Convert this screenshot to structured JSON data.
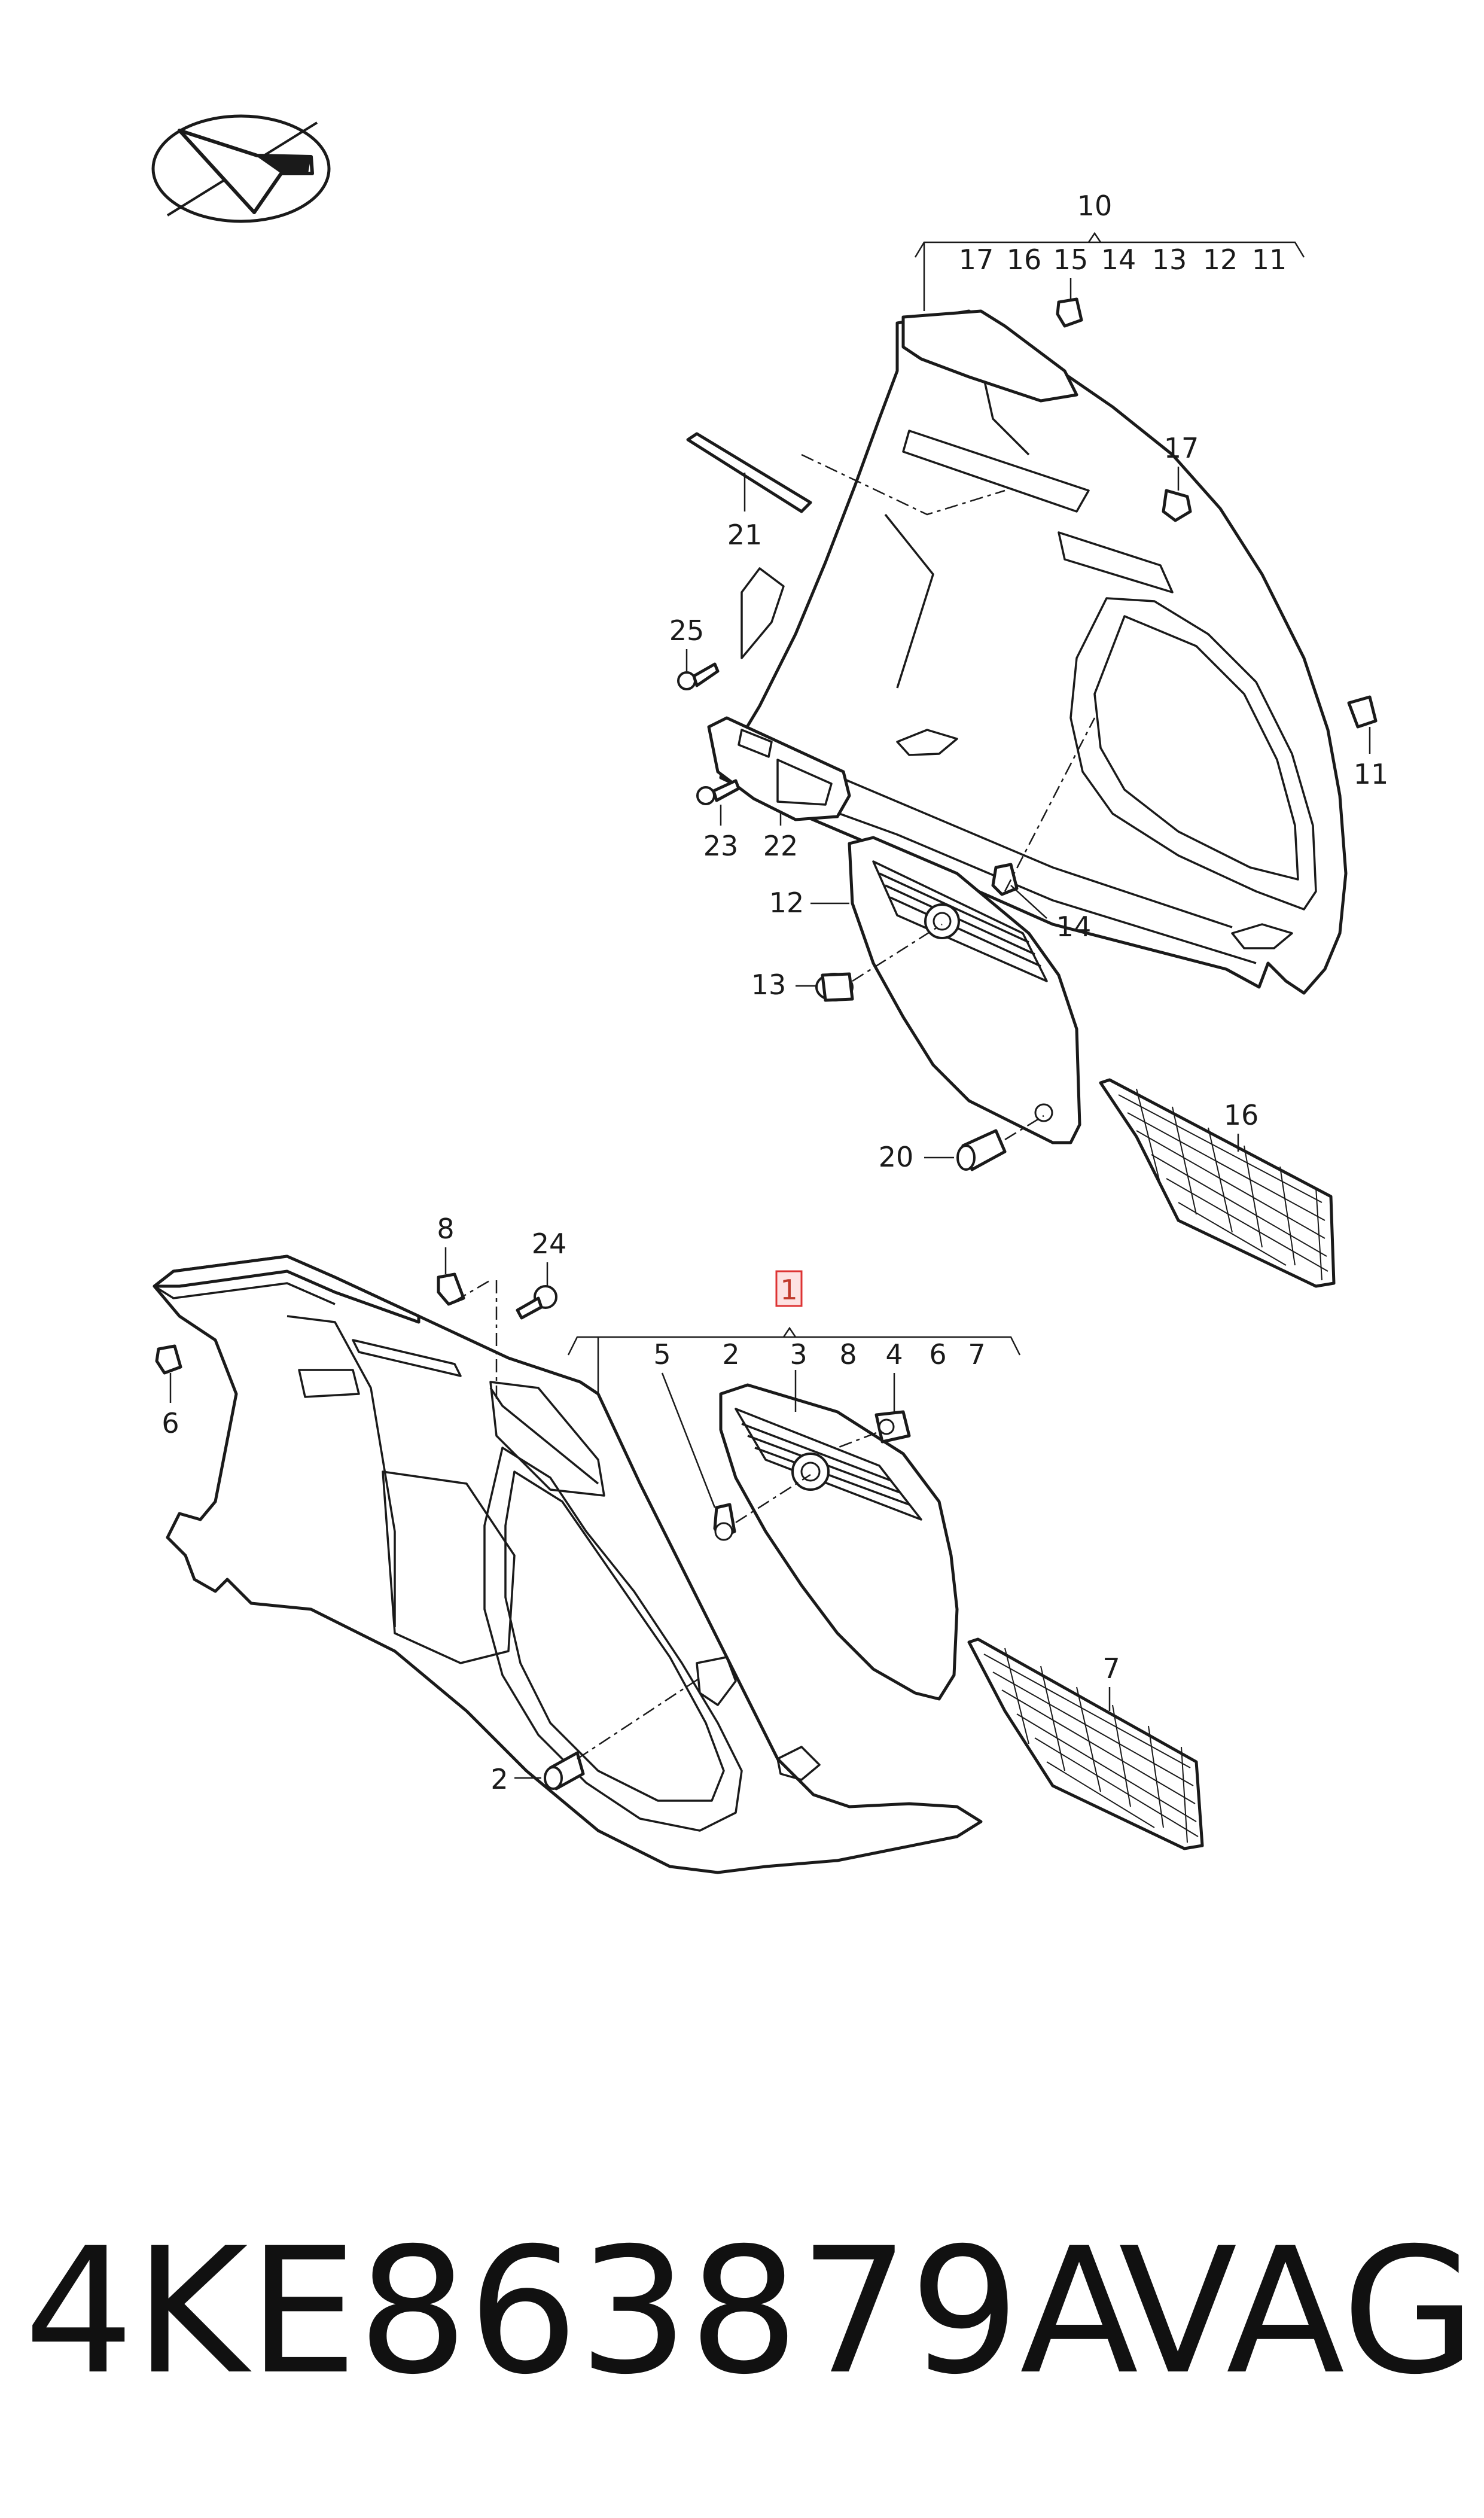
{
  "logo": {
    "icon": "arrow-emblem-icon"
  },
  "upper_assembly": {
    "bracket": {
      "label": "10",
      "members": [
        "17",
        "16",
        "15",
        "14",
        "13",
        "12",
        "11"
      ]
    },
    "callouts": [
      "21",
      "25",
      "23",
      "22",
      "17",
      "11",
      "12",
      "14",
      "13",
      "20",
      "16"
    ]
  },
  "lower_assembly": {
    "bracket": {
      "label": "1",
      "members": [
        "5",
        "2",
        "3",
        "8",
        "4",
        "6",
        "7"
      ],
      "highlighted": true
    },
    "callouts": [
      "8",
      "24",
      "6",
      "3",
      "4",
      "5",
      "2",
      "7"
    ]
  },
  "footer": {
    "part_number": "4KE863879A",
    "brand": "VAG"
  },
  "colors": {
    "line": "#1a1a1a",
    "highlight_fill": "#fde2e2",
    "highlight_stroke": "#dd3333"
  }
}
